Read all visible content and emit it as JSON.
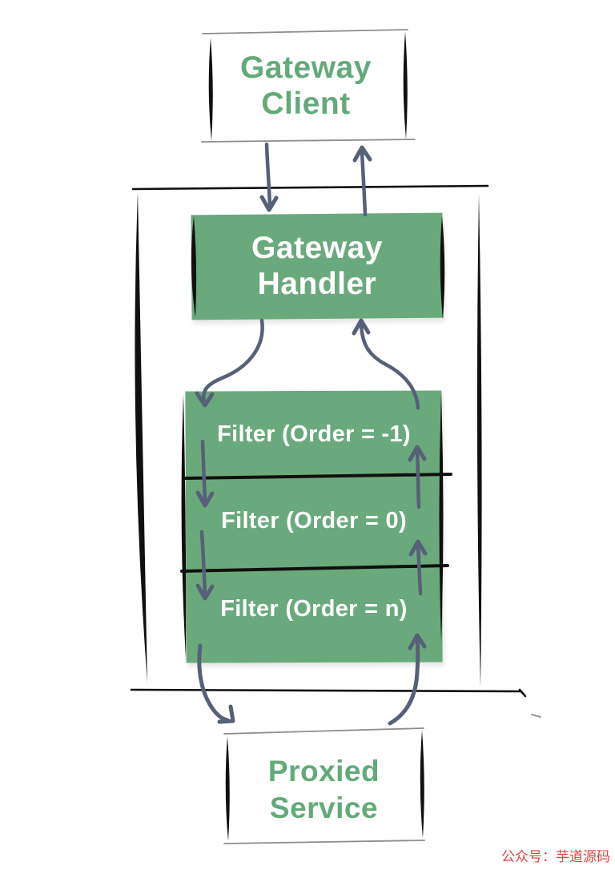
{
  "colors": {
    "green_fill": "#6aa97b",
    "green_text": "#63aa79",
    "white_text": "#ffffff",
    "arrow": "#566078",
    "ink": "#101010",
    "thin_border": "#8d8d8d",
    "watermark": "#e34242",
    "bg": "#ffffff"
  },
  "nodes": {
    "gateway_client": {
      "lines": [
        "Gateway",
        "Client"
      ]
    },
    "gateway_handler": {
      "lines": [
        "Gateway",
        "Handler"
      ]
    },
    "filters": [
      {
        "label": "Filter (Order = -1)"
      },
      {
        "label": "Filter (Order = 0)"
      },
      {
        "label": "Filter (Order = n)"
      }
    ],
    "proxied_service": {
      "lines": [
        "Proxied",
        "Service"
      ]
    }
  },
  "edges": [
    {
      "name": "client-to-handler",
      "from": "Gateway Client",
      "to": "Gateway Handler",
      "direction": "down"
    },
    {
      "name": "handler-to-client",
      "from": "Gateway Handler",
      "to": "Gateway Client",
      "direction": "up"
    },
    {
      "name": "handler-to-filter-neg1",
      "from": "Gateway Handler",
      "to": "Filter (Order = -1)",
      "direction": "down"
    },
    {
      "name": "filter-neg1-to-handler",
      "from": "Filter (Order = -1)",
      "to": "Gateway Handler",
      "direction": "up"
    },
    {
      "name": "filter-neg1-to-filter-0",
      "from": "Filter (Order = -1)",
      "to": "Filter (Order = 0)",
      "direction": "down"
    },
    {
      "name": "filter-0-to-filter-n",
      "from": "Filter (Order = 0)",
      "to": "Filter (Order = n)",
      "direction": "down"
    },
    {
      "name": "filter-0-to-filter-neg1",
      "from": "Filter (Order = 0)",
      "to": "Filter (Order = -1)",
      "direction": "up"
    },
    {
      "name": "filter-n-to-filter-0",
      "from": "Filter (Order = n)",
      "to": "Filter (Order = 0)",
      "direction": "up"
    },
    {
      "name": "filter-n-to-proxied-service",
      "from": "Filter (Order = n)",
      "to": "Proxied Service",
      "direction": "down"
    },
    {
      "name": "proxied-service-to-filter-n",
      "from": "Proxied Service",
      "to": "Filter (Order = n)",
      "direction": "up"
    }
  ],
  "watermark": {
    "text": "公众号：芋道源码"
  }
}
